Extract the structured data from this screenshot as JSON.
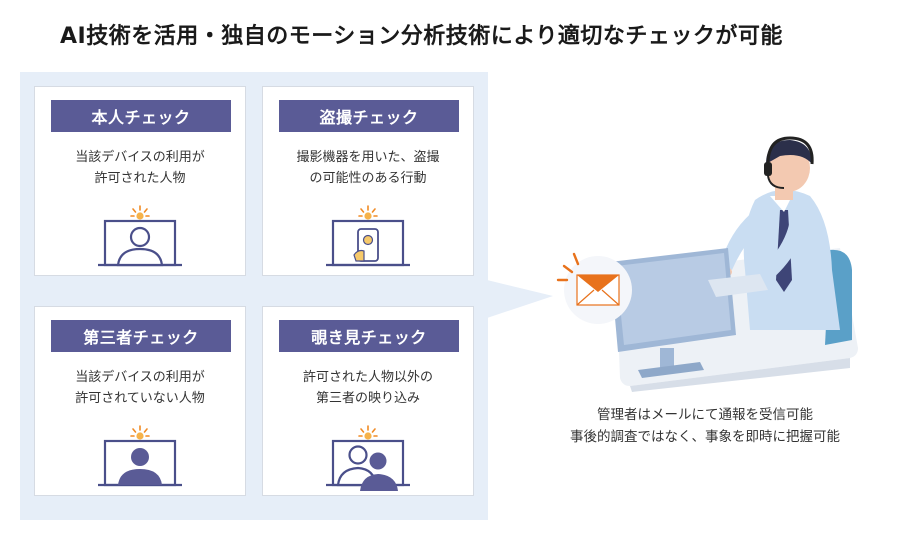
{
  "title": "AI技術を活用・独自のモーション分析技術により適切なチェックが可能",
  "cards": [
    {
      "label": "本人チェック",
      "desc": [
        "当該デバイスの利用が",
        "許可された人物"
      ],
      "icon": "person-outline-at-monitor-icon"
    },
    {
      "label": "盗撮チェック",
      "desc": [
        "撮影機器を用いた、盗撮",
        "の可能性のある行動"
      ],
      "icon": "smartphone-camera-at-monitor-icon"
    },
    {
      "label": "第三者チェック",
      "desc": [
        "当該デバイスの利用が",
        "許可されていない人物"
      ],
      "icon": "unauthorized-person-at-monitor-icon"
    },
    {
      "label": "覗き見チェック",
      "desc": [
        "許可された人物以外の",
        "第三者の映り込み"
      ],
      "icon": "two-people-at-monitor-icon"
    }
  ],
  "caption": [
    "管理者はメールにて通報を受信可能",
    "事後的調査ではなく、事象を即時に把握可能"
  ],
  "colors": {
    "label_bg": "#5a5b96",
    "panel_bg": "#e6eef8",
    "monitor_stroke": "#4a4f8a",
    "alert_orange": "#f08a24",
    "mail_orange": "#e8721c"
  },
  "illustration": {
    "icons": [
      "operator-with-headset-icon",
      "mail-notification-icon"
    ]
  }
}
